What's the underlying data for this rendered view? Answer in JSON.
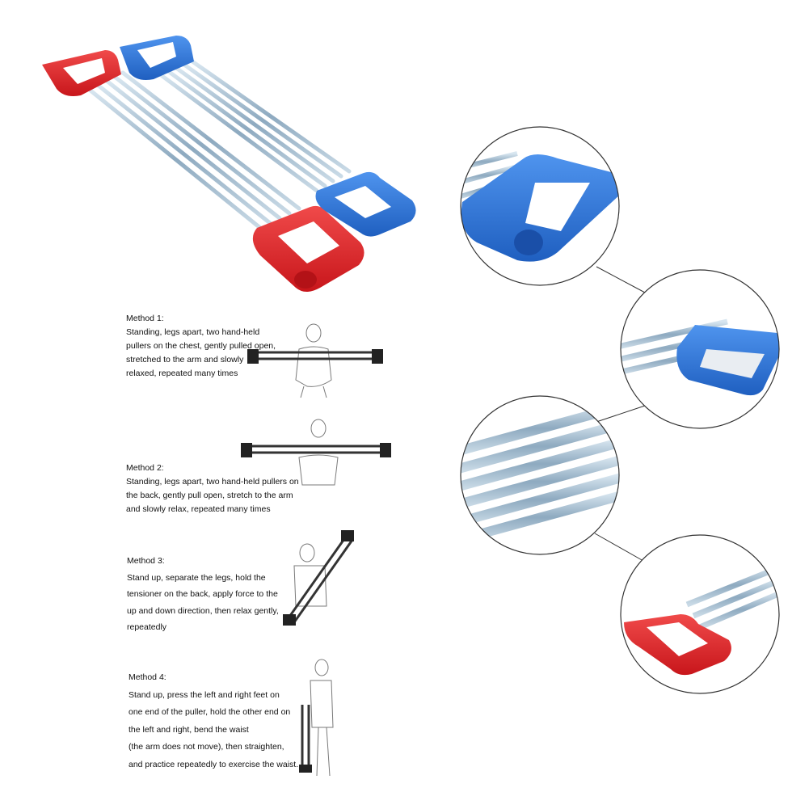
{
  "colors": {
    "red_handle": "#e0252a",
    "blue_handle": "#2f74d6",
    "spring": "#9fb8cc",
    "sketch": "#7a7a7a"
  },
  "methods": [
    {
      "title": "Method 1:",
      "lines": [
        "Standing, legs apart, two hand-held",
        "pullers on the chest, gently pulled open,",
        "stretched to the arm and slowly",
        "relaxed, repeated many times"
      ]
    },
    {
      "title": "Method 2:",
      "lines": [
        "Standing, legs apart, two hand-held pullers on",
        "the back, gently pull open, stretch to the arm",
        "and slowly relax, repeated many times"
      ]
    },
    {
      "title": "Method 3:",
      "lines": [
        "Stand up, separate the legs, hold the",
        "tensioner on the back, apply force to the",
        "up and down direction, then relax gently,",
        "repeatedly"
      ]
    },
    {
      "title": "Method 4:",
      "lines": [
        "Stand up, press the left and right feet on",
        "one end of the puller, hold the other end on",
        "the left and right, bend the waist",
        "(the arm does not move), then straighten,",
        "and practice repeatedly to exercise the waist."
      ]
    }
  ]
}
